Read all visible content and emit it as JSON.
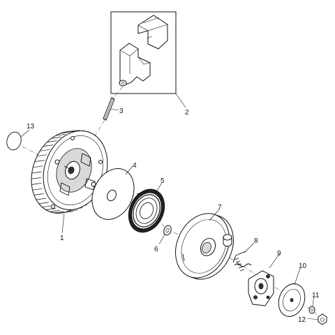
{
  "callouts": [
    {
      "id": "1",
      "label": "1"
    },
    {
      "id": "2",
      "label": "2"
    },
    {
      "id": "3",
      "label": "3"
    },
    {
      "id": "4",
      "label": "4"
    },
    {
      "id": "5",
      "label": "5"
    },
    {
      "id": "6",
      "label": "6"
    },
    {
      "id": "7",
      "label": "7"
    },
    {
      "id": "8",
      "label": "8"
    },
    {
      "id": "9",
      "label": "9"
    },
    {
      "id": "10",
      "label": "10"
    },
    {
      "id": "11",
      "label": "11"
    },
    {
      "id": "12",
      "label": "12"
    },
    {
      "id": "13",
      "label": "13"
    }
  ],
  "colors": {
    "line": "#111111",
    "shade": "#d9d9d9",
    "background": "#ffffff"
  }
}
